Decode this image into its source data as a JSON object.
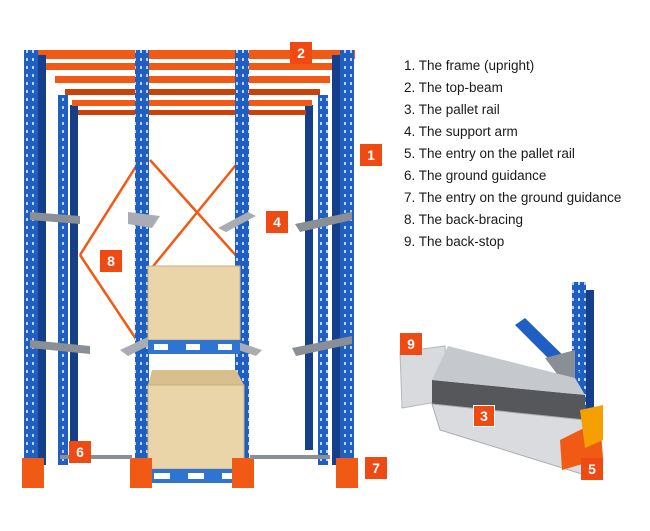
{
  "colors": {
    "upright": "#1f5fc4",
    "upright_dark": "#163f8a",
    "beam": "#f05a14",
    "beam_dark": "#c9420a",
    "badge": "#ee4a13",
    "rail": "#8a8f96",
    "box": "#e9d5a8",
    "pallet": "#2f74d0"
  },
  "legend": [
    "1. The frame (upright)",
    "2. The top-beam",
    "3. The pallet rail",
    "4. The support arm",
    "5. The entry on the pallet rail",
    "6. The ground guidance",
    "7. The entry on the ground guidance",
    "8. The back-bracing",
    "9. The back-stop"
  ],
  "badges": [
    "1",
    "2",
    "3",
    "4",
    "5",
    "6",
    "7",
    "8",
    "9"
  ]
}
